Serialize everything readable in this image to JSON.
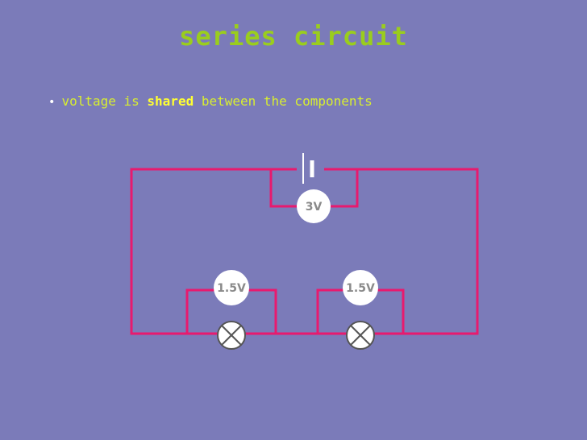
{
  "slide": {
    "title": "series circuit",
    "bullet": {
      "prefix": "voltage is ",
      "emphasis": "shared",
      "suffix": " between the components"
    }
  },
  "diagram": {
    "battery_voltmeter": "3V",
    "bulb1_voltmeter": "1.5V",
    "bulb2_voltmeter": "1.5V",
    "wire_color": "#e81a6e",
    "title_color": "#9acd1e",
    "text_color": "#d8ee30",
    "background": "#7b7bb9"
  }
}
